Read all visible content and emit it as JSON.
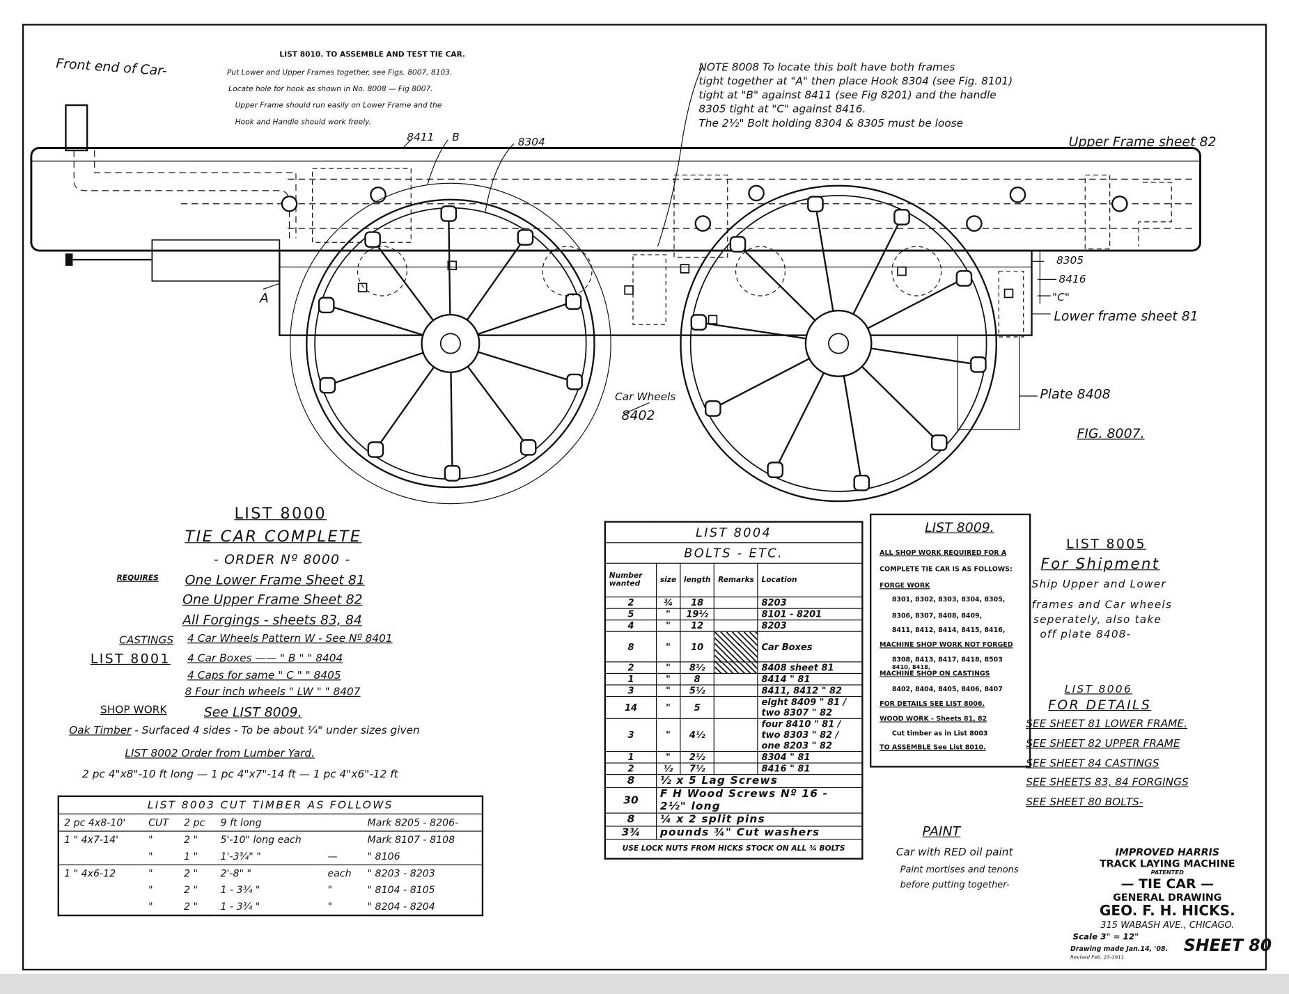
{
  "header": {
    "front_label": "Front end of Car-"
  },
  "list8010": {
    "title": "LIST 8010. TO ASSEMBLE AND TEST TIE CAR.",
    "lines": [
      "Put Lower and Upper Frames together, see Figs. 8007, 8103.",
      "Locate hole for hook as shown in No. 8008 — Fig 8007.",
      "Upper Frame should run easily on Lower Frame and the",
      "Hook and Handle should work freely."
    ]
  },
  "note8008": {
    "lines": [
      "NOTE 8008 To locate this bolt have both frames",
      "tight together at \"A\" then place Hook 8304 (see Fig. 8101)",
      "tight at \"B\" against 8411 (see Fig 8201) and the handle",
      "8305 tight at \"C\" against 8416.",
      "The 2½\" Bolt holding 8304 & 8305 must be loose"
    ]
  },
  "drawing": {
    "labels": {
      "l8411": "8411",
      "lB": "B",
      "l8304": "8304",
      "lA": "A",
      "l8305": "8305",
      "l8416": "8416",
      "lC": "\"C\"",
      "upper": "Upper Frame sheet 82",
      "lower": "Lower frame sheet 81",
      "wheels1": "Car Wheels",
      "wheels2": "8402",
      "plate": "Plate 8408",
      "fig": "FIG. 8007."
    }
  },
  "list8000": {
    "title": "LIST 8000",
    "subtitle": "TIE CAR COMPLETE",
    "order": "- ORDER Nº 8000 -",
    "requires_label": "REQUIRES",
    "requires": [
      "One Lower Frame Sheet 81",
      "One Upper Frame Sheet 82",
      "All Forgings - sheets 83, 84"
    ],
    "castings_label": "CASTINGS",
    "list8001_label": "LIST 8001",
    "castings": [
      "4 Car Wheels Pattern W - See Nº 8401",
      "4 Car Boxes —— \" B \" \" 8404",
      "4 Caps for same \" C \" \" 8405",
      "8 Four inch wheels \" LW \" \" 8407"
    ],
    "shop_label": "SHOP WORK",
    "shop": "See LIST 8009.",
    "oak_label": "Oak Timber",
    "oak": "- Surfaced 4 sides - To be about ¼\" under sizes given",
    "list8002": "LIST 8002 Order from Lumber Yard.",
    "lumber": "2 pc 4\"x8\"-10 ft long — 1 pc 4\"x7\"-14 ft — 1 pc 4\"x6\"-12 ft"
  },
  "list8003": {
    "title": "LIST 8003 CUT TIMBER AS FOLLOWS",
    "rows": [
      [
        "2 pc 4x8-10'",
        "CUT",
        "2 pc",
        "9 ft long",
        "",
        "Mark 8205 - 8206-"
      ],
      [
        "1 \" 4x7-14'",
        "\"",
        "2 \"",
        "5'-10\" long each",
        "",
        "Mark 8107 - 8108"
      ],
      [
        "",
        "\"",
        "1 \"",
        "1'-3¾\" \"",
        "—",
        "\" 8106"
      ],
      [
        "1 \" 4x6-12",
        "\"",
        "2 \"",
        "2'-8\" \"",
        "each",
        "\" 8203 - 8203"
      ],
      [
        "",
        "\"",
        "2 \"",
        "1 - 3¾ \"",
        "\"",
        "\" 8104 - 8105"
      ],
      [
        "",
        "\"",
        "2 \"",
        "1 - 3¾ \"",
        "\"",
        "\" 8204 - 8204"
      ]
    ]
  },
  "list8004": {
    "title": "LIST 8004",
    "subtitle": "BOLTS - ETC.",
    "columns": [
      "Number wanted",
      "size",
      "length",
      "Remarks",
      "Location"
    ],
    "rows": [
      [
        "2",
        "¾",
        "18",
        "",
        "8203"
      ],
      [
        "5",
        "\"",
        "19½",
        "",
        "8101 - 8201"
      ],
      [
        "4",
        "\"",
        "12",
        "",
        "8203"
      ],
      [
        "8",
        "\"",
        "10",
        "",
        "Car Boxes"
      ],
      [
        "2",
        "\"",
        "8½",
        "",
        "8408 sheet 81"
      ],
      [
        "1",
        "\"",
        "8",
        "",
        "8414 \" 81"
      ],
      [
        "3",
        "\"",
        "5½",
        "",
        "8411, 8412 \" 82"
      ],
      [
        "14",
        "\"",
        "5",
        "",
        "eight 8409 \" 81 / two 8307 \" 82"
      ],
      [
        "3",
        "\"",
        "4½",
        "",
        "four 8410 \" 81 / two 8303 \" 82 / one 8203 \" 82"
      ],
      [
        "1",
        "\"",
        "2½",
        "",
        "8304 \" 81"
      ],
      [
        "2",
        "½",
        "7½",
        "",
        "8416 \" 81"
      ]
    ],
    "extras": [
      [
        "8",
        "½ x 5 Lag Screws"
      ],
      [
        "30",
        "F H Wood Screws Nº 16 - 2½\" long"
      ],
      [
        "8",
        "¼ x 2 split pins"
      ],
      [
        "3¾",
        "pounds ¾\" Cut washers"
      ]
    ],
    "footer": "USE LOCK NUTS FROM HICKS STOCK ON ALL ¾ BOLTS"
  },
  "list8009": {
    "title": "LIST 8009.",
    "lines": [
      "ALL SHOP WORK REQUIRED FOR A",
      "COMPLETE TIE CAR IS AS FOLLOWS:",
      "FORGE WORK",
      "8301, 8302, 8303, 8304, 8305,",
      "8306, 8307, 8408, 8409,",
      "8411, 8412, 8414, 8415, 8416,",
      "MACHINE SHOP WORK NOT FORGED",
      "8308, 8413, 8417, 8418, 8503",
      "8410, 8418,",
      "MACHINE SHOP ON CASTINGS",
      "8402, 8404, 8405, 8406, 8407",
      "FOR DETAILS SEE LIST 8006.",
      "WOOD WORK - Sheets 81, 82",
      "Cut timber as in List 8003",
      "TO ASSEMBLE See List 8010."
    ]
  },
  "list8005": {
    "title": "LIST 8005",
    "subtitle": "For Shipment",
    "lines": [
      "Ship Upper and Lower",
      "frames and Car wheels",
      "seperately, also take",
      "off plate 8408-"
    ]
  },
  "list8006": {
    "title": "LIST 8006",
    "subtitle": "FOR DETAILS",
    "lines": [
      "SEE SHEET 81 LOWER FRAME.",
      "SEE SHEET 82 UPPER FRAME",
      "SEE SHEET 84 CASTINGS",
      "SEE SHEETS 83, 84 FORGINGS",
      "SEE SHEET 80 BOLTS-"
    ]
  },
  "paint": {
    "title": "PAINT",
    "lines": [
      "Car with RED oil paint",
      "Paint mortises and tenons",
      "before putting together-"
    ]
  },
  "titleblock": {
    "l1": "IMPROVED HARRIS",
    "l2": "TRACK LAYING MACHINE",
    "patented": "PATENTED",
    "l3": "— TIE CAR —",
    "l4": "GENERAL DRAWING",
    "l5": "GEO. F. H. HICKS.",
    "l6": "315 WABASH AVE., CHICAGO.",
    "scale": "Scale 3\" = 12\"",
    "made": "Drawing made Jan.14, '08.",
    "revised": "Revised Feb. 23-1911.",
    "sheet": "SHEET 80"
  }
}
